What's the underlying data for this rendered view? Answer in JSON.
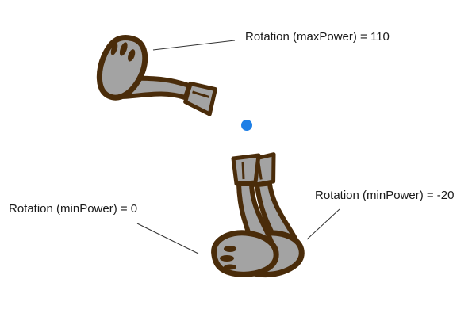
{
  "labels": {
    "max_power": "Rotation (maxPower) = 110",
    "min_power_zero": "Rotation (minPower) = 0",
    "min_power_neg": "Rotation (minPower) = -20"
  },
  "colors": {
    "outline": "#4a2c0a",
    "fill": "#a3a3a3",
    "pivot": "#1e7fe6",
    "leader_line": "#333333"
  }
}
